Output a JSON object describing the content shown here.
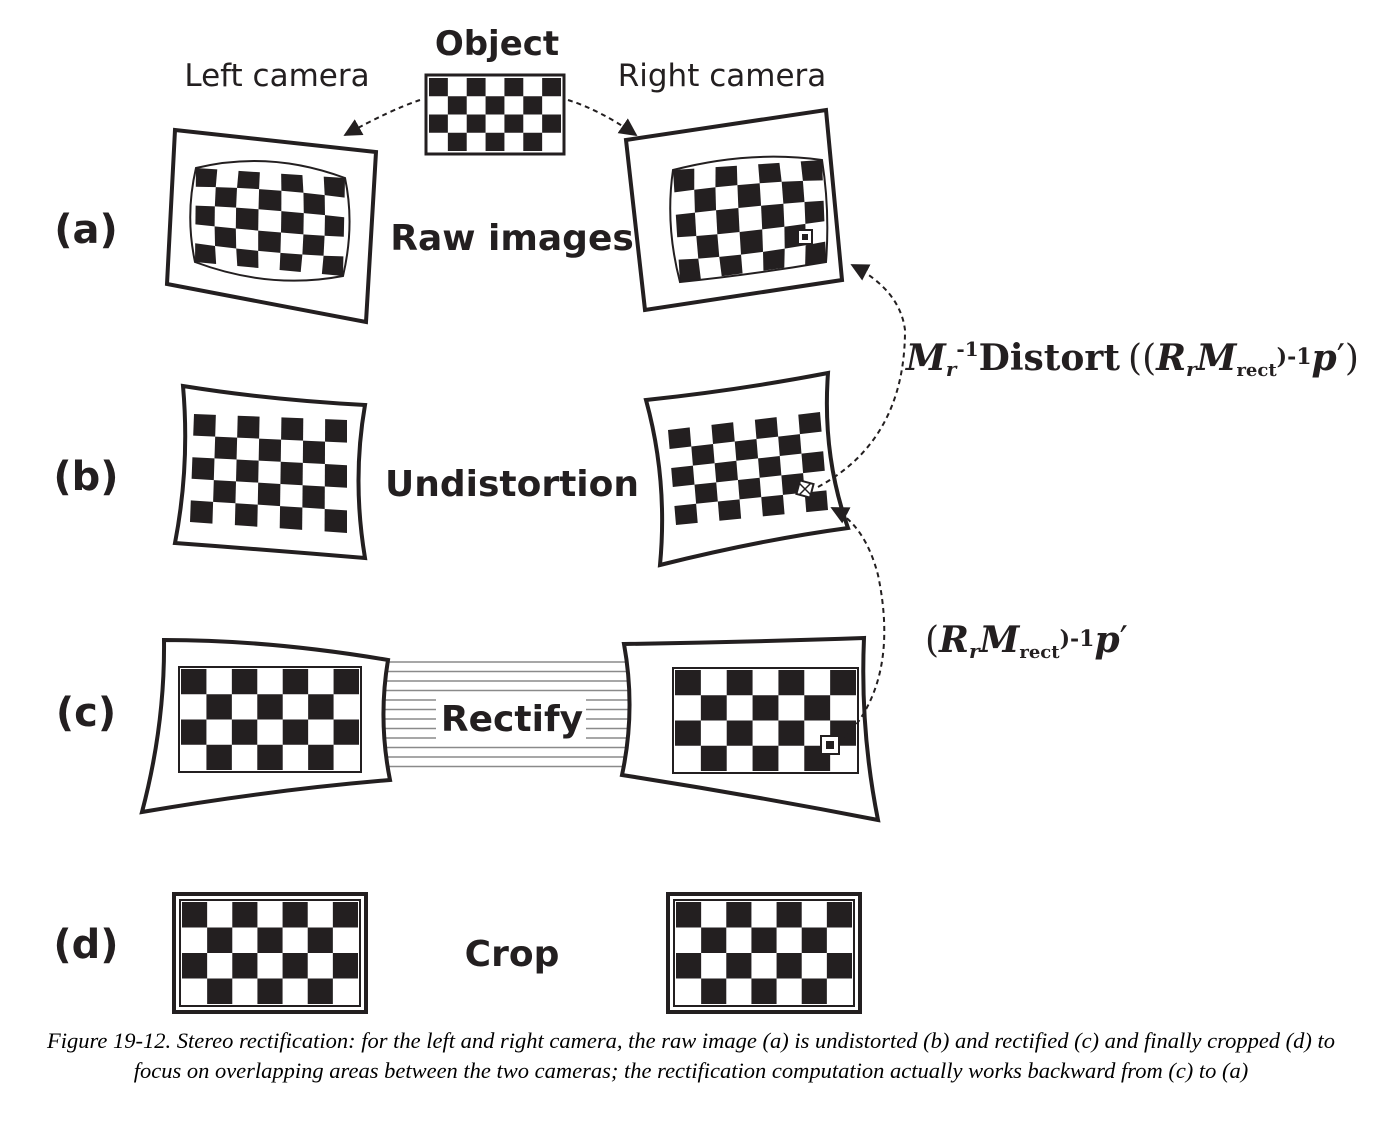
{
  "labels": {
    "object": "Object",
    "left_camera": "Left camera",
    "right_camera": "Right camera",
    "raw_images": "Raw images",
    "undistortion": "Undistortion",
    "rectify": "Rectify",
    "crop": "Crop"
  },
  "rows": {
    "a": "(a)",
    "b": "(b)",
    "c": "(c)",
    "d": "(d)"
  },
  "formulas": {
    "distort": {
      "m": "M",
      "r_sub": "r",
      "inv": "-1",
      "word": "Distort",
      "open": "((",
      "R": "R",
      "r2_sub": "r",
      "M2": "M",
      "rect_sub": "rect",
      "close_inv": ")-1",
      "p": "p",
      "prime_close": "′)"
    },
    "inverse": {
      "open": "(",
      "R": "R",
      "r_sub": "r",
      "M": "M",
      "rect_sub": "rect",
      "close_inv": ")-1",
      "p": "p",
      "prime": "′"
    }
  },
  "caption": "Figure 19-12. Stereo rectification: for the left and right camera, the raw image (a) is undistorted (b) and rectified (c) and finally cropped (d) to focus on overlapping areas between the two cameras; the rectification computation actually works backward from (c) to (a)"
}
